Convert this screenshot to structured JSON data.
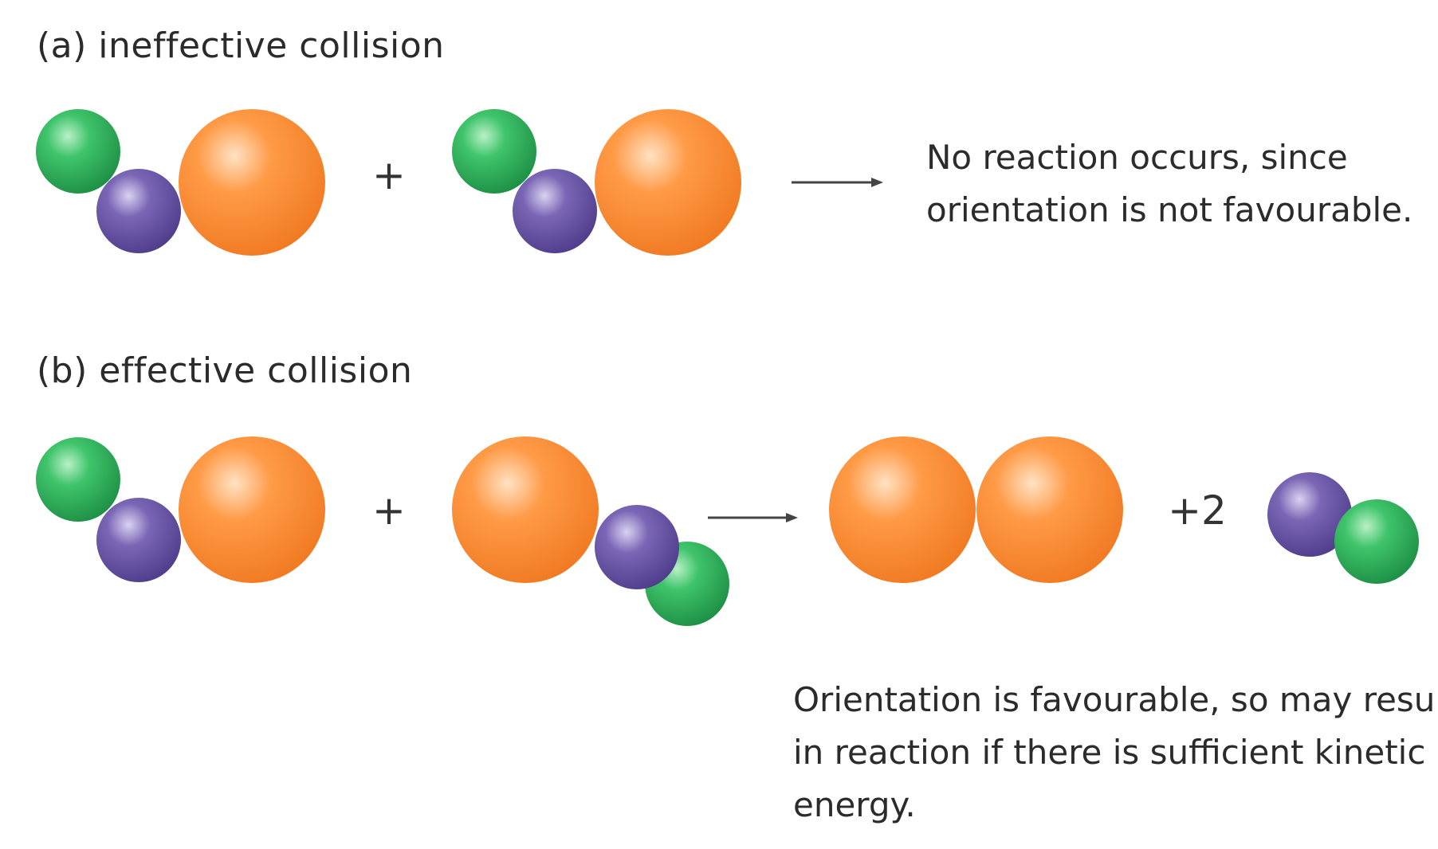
{
  "section_a": {
    "title": "(a) ineffective collision",
    "plus": "+",
    "description_lines": [
      "No reaction occurs, since",
      "orientation is not favourable."
    ]
  },
  "section_b": {
    "title": "(b) effective collision",
    "plus": "+",
    "product_plus": "+2",
    "description_lines": [
      "Orientation is favourable, so may result",
      "in reaction if there is sufficient kinetic",
      "energy."
    ]
  },
  "colors": {
    "green_atom": "#2fae5a",
    "purple_atom": "#6f5aa8",
    "orange_atom": "#ff8c32",
    "arrow": "#444444"
  }
}
